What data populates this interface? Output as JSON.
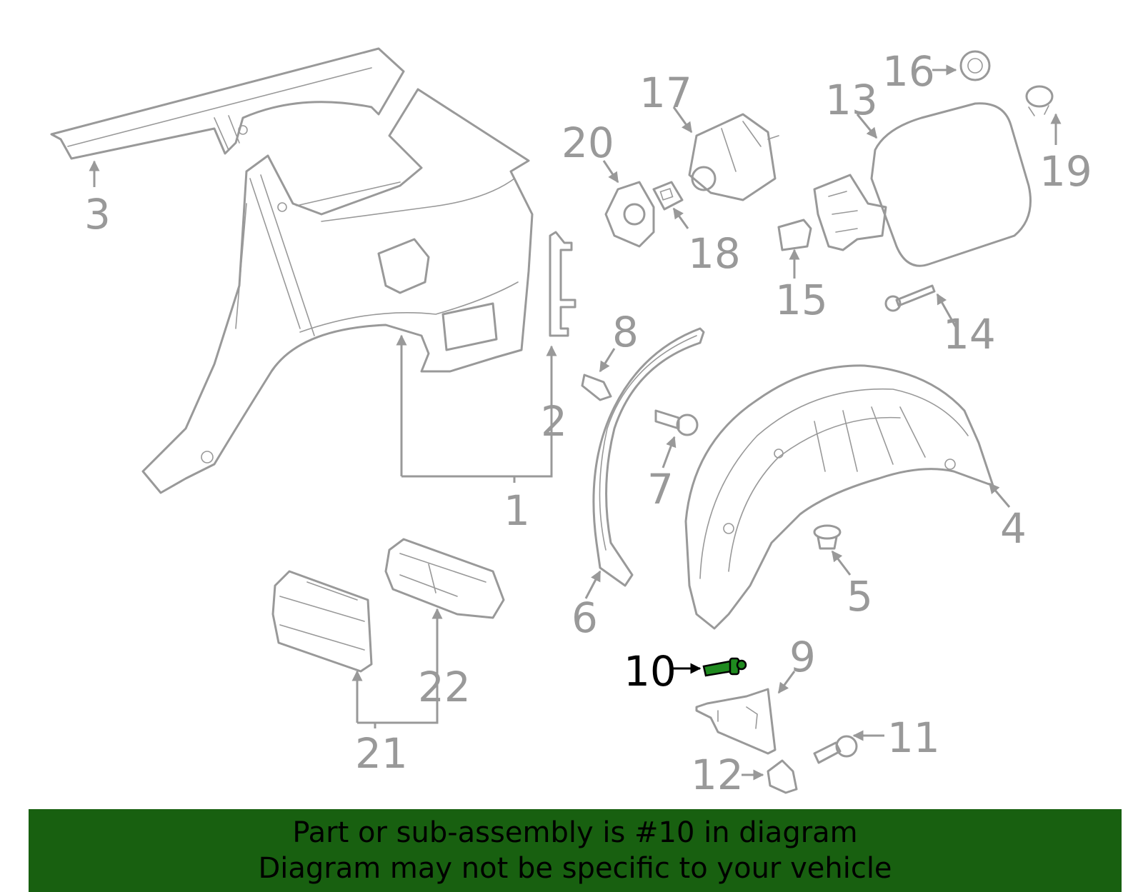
{
  "callouts": {
    "c1": "1",
    "c2": "2",
    "c3": "3",
    "c4": "4",
    "c5": "5",
    "c6": "6",
    "c7": "7",
    "c8": "8",
    "c9": "9",
    "c10": "10",
    "c11": "11",
    "c12": "12",
    "c13": "13",
    "c14": "14",
    "c15": "15",
    "c16": "16",
    "c17": "17",
    "c18": "18",
    "c19": "19",
    "c20": "20",
    "c21": "21",
    "c22": "22"
  },
  "highlighted_part": "10",
  "banner": {
    "line1": "Part or sub-assembly is #10 in diagram",
    "line2": "Diagram may not be specific to your vehicle"
  },
  "colors": {
    "line_art": "#999999",
    "highlight_text": "#000000",
    "highlight_part": "#1f8a1f",
    "banner_background": "#186010"
  }
}
